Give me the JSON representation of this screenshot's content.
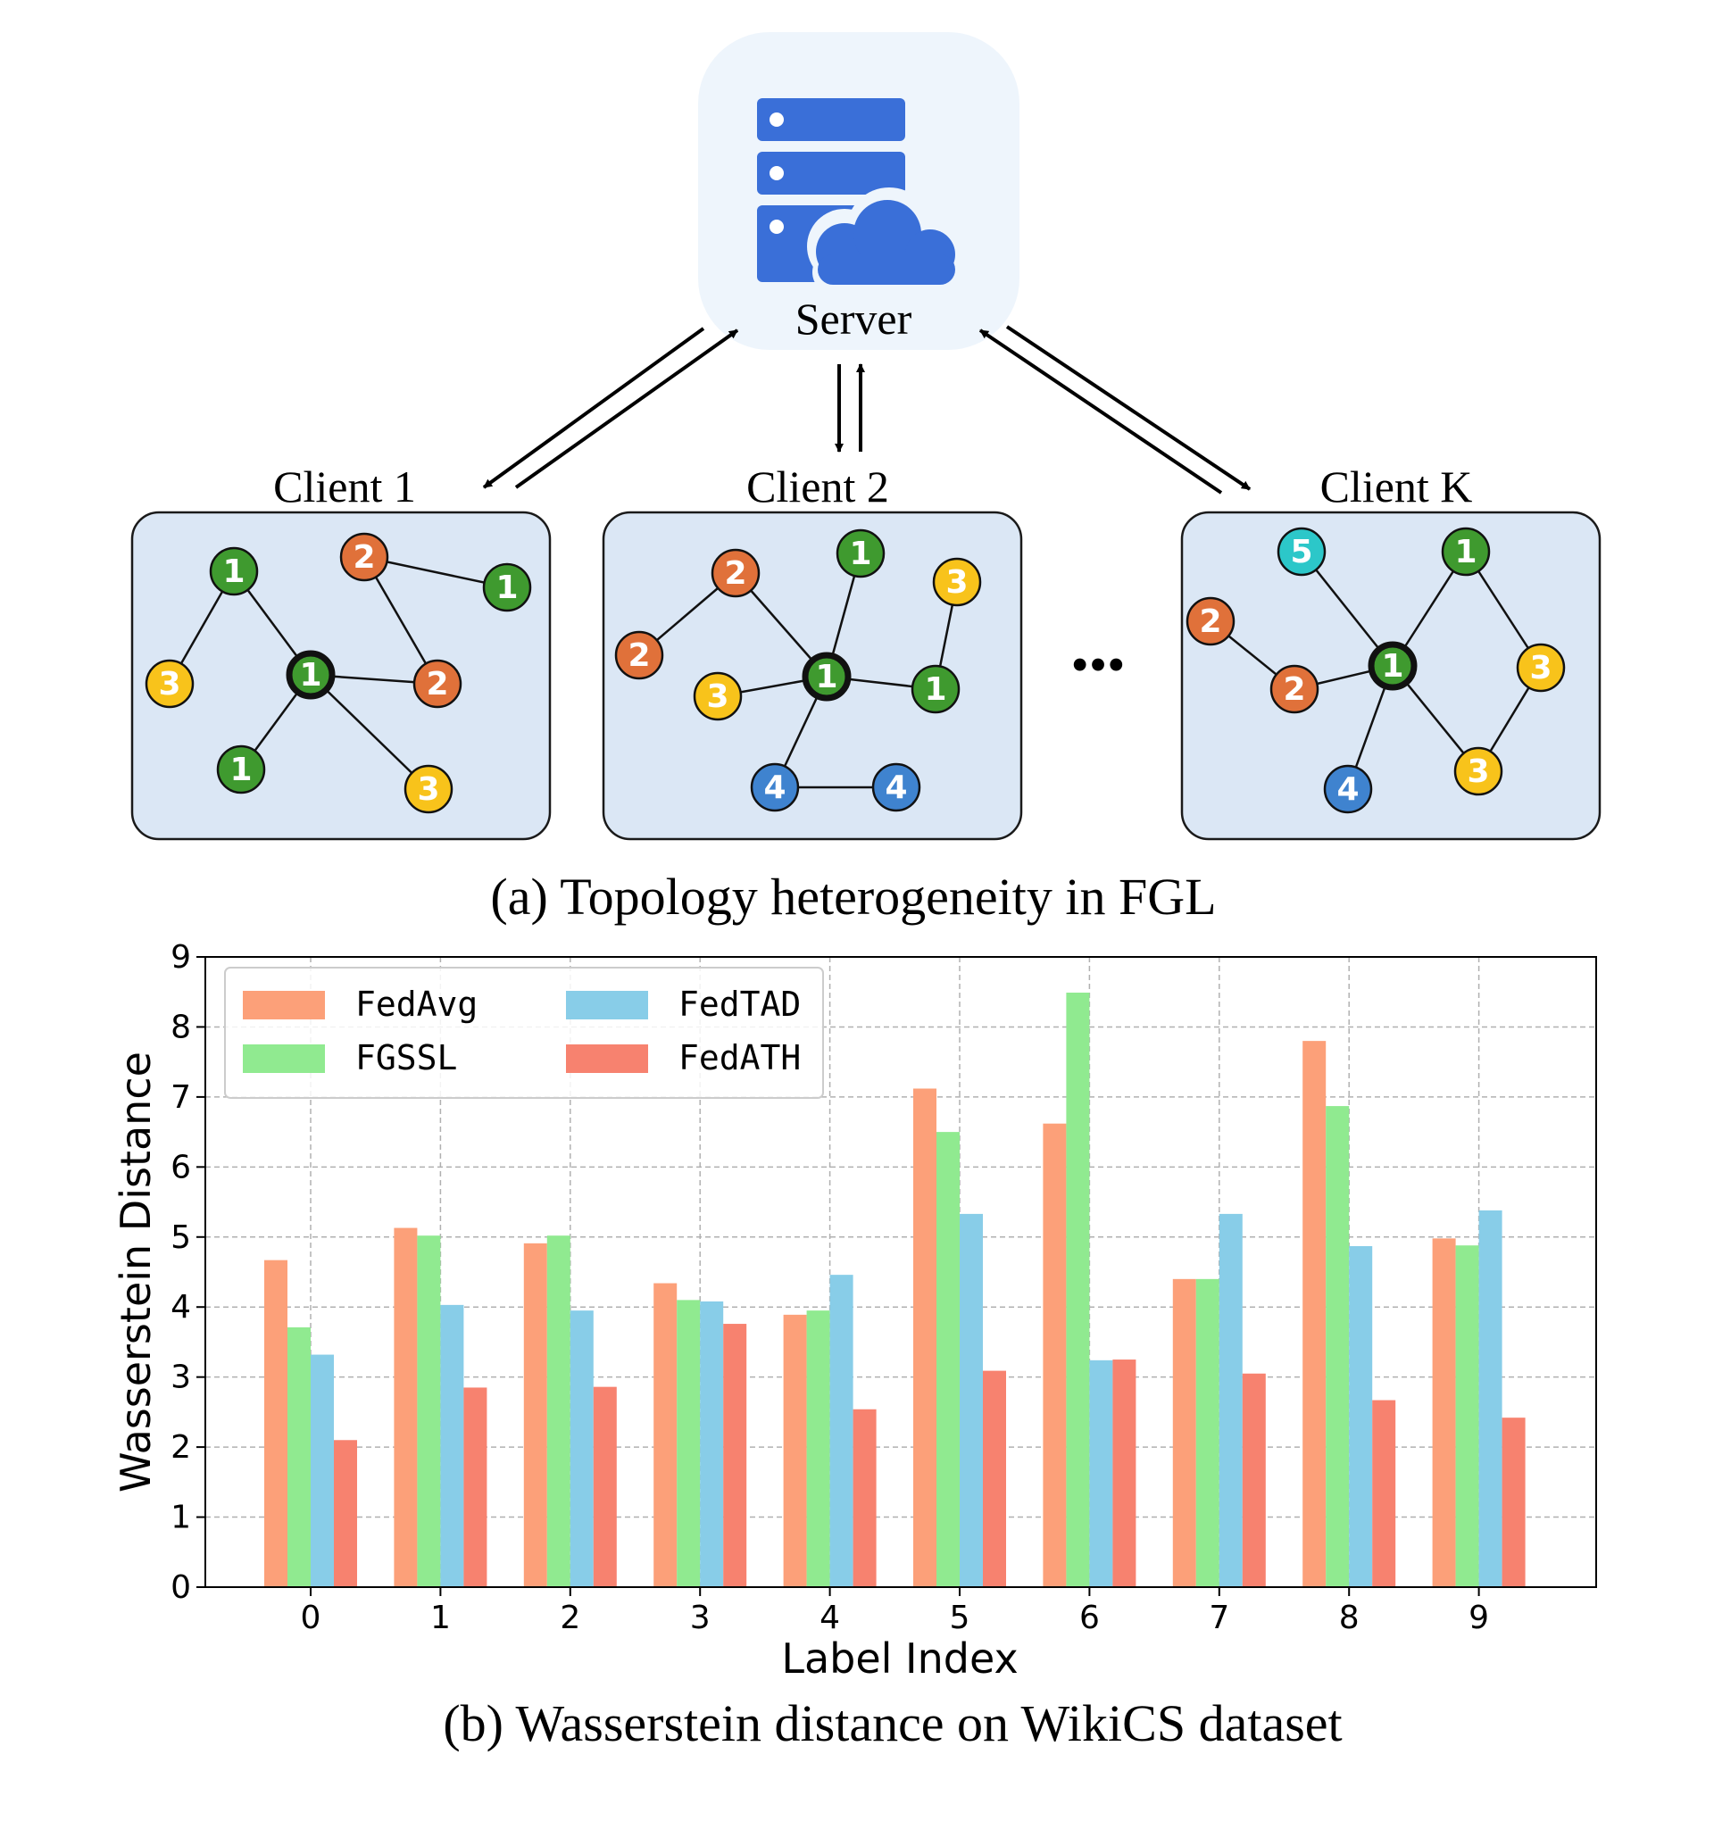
{
  "top": {
    "server_label": "Server",
    "caption": "(a) Topology heterogeneity in FGL",
    "ellipsis": "•••",
    "colors": {
      "green": "#3f9a2f",
      "orange": "#e0713a",
      "yellow": "#f8c31b",
      "teal": "#2cc7c9",
      "blue": "#3f83cf",
      "panel": "#dbe7f5",
      "server": "#3a6fd8"
    },
    "clients": [
      {
        "label": "Client 1",
        "nodes": [
          {
            "t": "1",
            "c": "green"
          },
          {
            "t": "2",
            "c": "orange"
          },
          {
            "t": "1",
            "c": "green"
          },
          {
            "t": "3",
            "c": "yellow"
          },
          {
            "t": "1",
            "c": "green",
            "center": true
          },
          {
            "t": "2",
            "c": "orange"
          },
          {
            "t": "1",
            "c": "green"
          },
          {
            "t": "3",
            "c": "yellow"
          }
        ]
      },
      {
        "label": "Client 2",
        "nodes": [
          {
            "t": "2",
            "c": "orange"
          },
          {
            "t": "1",
            "c": "green"
          },
          {
            "t": "3",
            "c": "yellow"
          },
          {
            "t": "2",
            "c": "orange"
          },
          {
            "t": "3",
            "c": "yellow"
          },
          {
            "t": "1",
            "c": "green",
            "center": true
          },
          {
            "t": "1",
            "c": "green"
          },
          {
            "t": "4",
            "c": "blue"
          },
          {
            "t": "4",
            "c": "blue"
          }
        ]
      },
      {
        "label": "Client K",
        "nodes": [
          {
            "t": "5",
            "c": "teal"
          },
          {
            "t": "1",
            "c": "green"
          },
          {
            "t": "2",
            "c": "orange"
          },
          {
            "t": "1",
            "c": "green",
            "center": true
          },
          {
            "t": "3",
            "c": "yellow"
          },
          {
            "t": "2",
            "c": "orange"
          },
          {
            "t": "3",
            "c": "yellow"
          },
          {
            "t": "4",
            "c": "blue"
          }
        ]
      }
    ]
  },
  "bottom": {
    "caption": "(b) Wasserstein distance on WikiCS dataset"
  },
  "chart_data": {
    "type": "bar",
    "xlabel": "Label Index",
    "ylabel": "Wasserstein Distance",
    "ylim": [
      0,
      9
    ],
    "yticks": [
      "0",
      "1",
      "2",
      "3",
      "4",
      "5",
      "6",
      "7",
      "8",
      "9"
    ],
    "categories": [
      "0",
      "1",
      "2",
      "3",
      "4",
      "5",
      "6",
      "7",
      "8",
      "9"
    ],
    "grid": true,
    "legend_position": "top-left",
    "series": [
      {
        "name": "FedAvg",
        "color": "#fca079",
        "values": [
          4.67,
          5.13,
          4.91,
          4.34,
          3.89,
          7.12,
          6.62,
          4.4,
          7.8,
          4.98
        ]
      },
      {
        "name": "FGSSL",
        "color": "#90ea90",
        "values": [
          3.71,
          5.02,
          5.02,
          4.1,
          3.95,
          6.5,
          8.49,
          4.4,
          6.87,
          4.88
        ]
      },
      {
        "name": "FedTAD",
        "color": "#88cde8",
        "values": [
          3.32,
          4.03,
          3.95,
          4.08,
          4.46,
          5.33,
          3.24,
          5.33,
          4.87,
          5.38
        ]
      },
      {
        "name": "FedATH",
        "color": "#f7826f",
        "values": [
          2.1,
          2.85,
          2.86,
          3.76,
          2.54,
          3.09,
          3.25,
          3.05,
          2.67,
          2.42
        ]
      }
    ]
  }
}
